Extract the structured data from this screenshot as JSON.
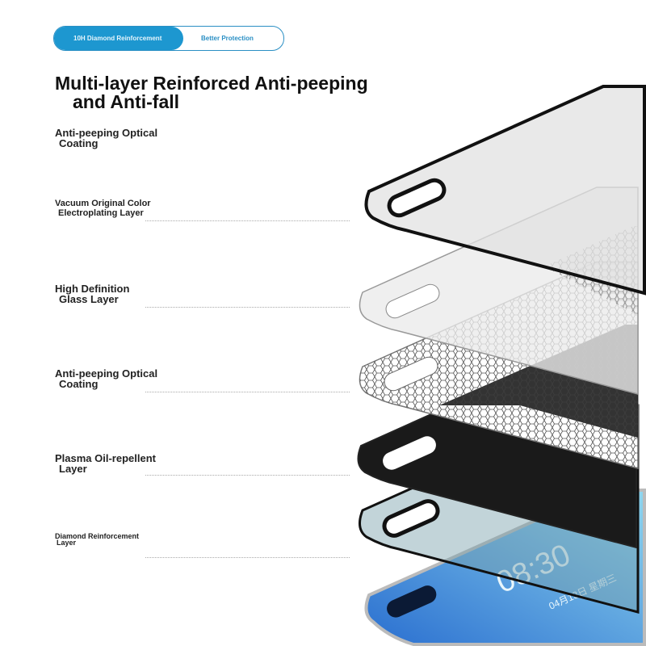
{
  "badge": {
    "left": "10H Diamond Reinforcement",
    "right": "Better Protection"
  },
  "title": {
    "line1": "Multi-layer Reinforced Anti-peeping",
    "line2": "and Anti-fall"
  },
  "layers": [
    {
      "line1": "Anti-peeping Optical",
      "line2": "Coating"
    },
    {
      "line1": "Vacuum Original Color",
      "line2": "Electroplating Layer"
    },
    {
      "line1": "High Definition",
      "line2": "Glass Layer"
    },
    {
      "line1": "Anti-peeping Optical",
      "line2": "Coating"
    },
    {
      "line1": "Plasma Oil-repellent",
      "line2": "Layer"
    },
    {
      "line1": "Diamond Reinforcement",
      "line2": "Layer"
    }
  ],
  "phone_screen": {
    "time": "08:30",
    "date": "04月13日 星期三"
  },
  "colors": {
    "accent": "#1d97d0"
  }
}
